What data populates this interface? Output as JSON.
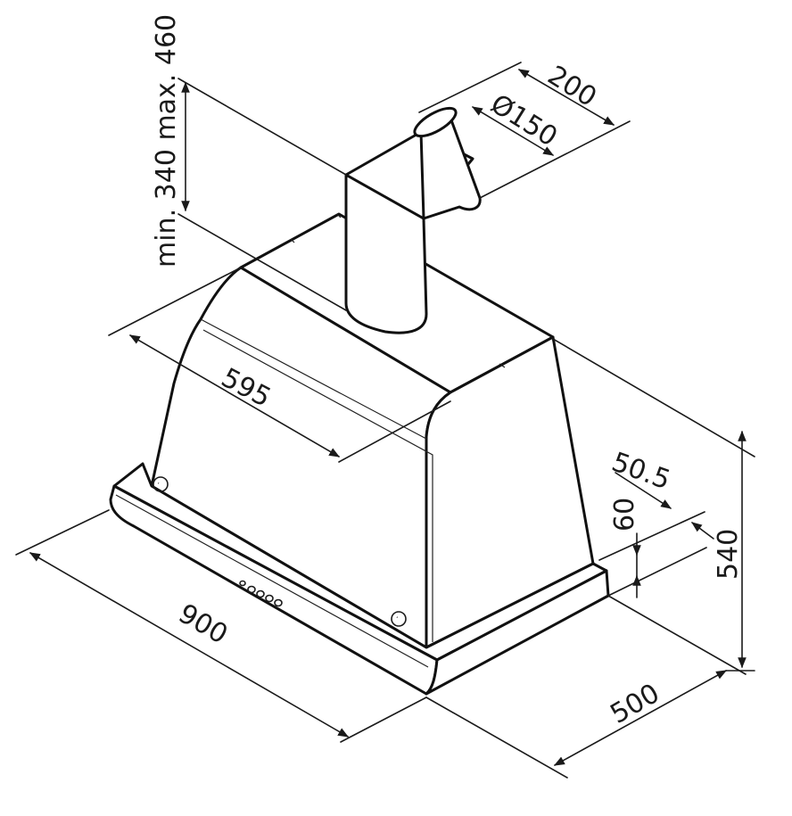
{
  "diagram": {
    "subject": "cooker hood dimension drawing",
    "colors": {
      "ink": "#1a1a1a",
      "background": "#ffffff"
    },
    "dimensions": {
      "chimney_height": "min. 340 max. 460",
      "duct_depth": "200",
      "duct_diameter": "Ø150",
      "inner_width": "595",
      "total_width": "900",
      "total_depth": "500",
      "total_height": "540",
      "base_height": "60",
      "base_offset": "50.5"
    }
  }
}
